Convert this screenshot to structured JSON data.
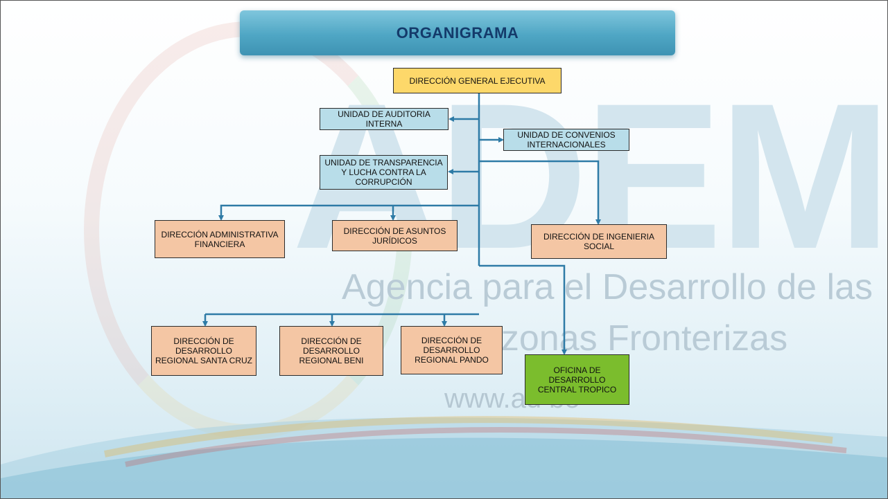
{
  "title": "ORGANIGRAMA",
  "watermark": {
    "big": "ADEMAF",
    "line1": "Agencia para el Desarrollo de las",
    "line2": "es y zonas Fronterizas",
    "url": "www.ad                bo"
  },
  "nodes": {
    "general": "DIRECCIÓN GENERAL EJECUTIVA",
    "auditoria": "UNIDAD DE AUDITORIA INTERNA",
    "convenios": "UNIDAD DE CONVENIOS INTERNACIONALES",
    "transparencia": "UNIDAD DE TRANSPARENCIA Y LUCHA CONTRA LA CORRUPCIÓN",
    "administrativa": "DIRECCIÓN ADMINISTRATIVA FINANCIERA",
    "juridicos": "DIRECCIÓN DE ASUNTOS JURÍDICOS",
    "ingenieria": "DIRECCIÓN DE INGENIERIA SOCIAL",
    "santa_cruz": "DIRECCIÓN DE DESARROLLO REGIONAL SANTA CRUZ",
    "beni": "DIRECCIÓN DE DESARROLLO REGIONAL BENI",
    "pando": "DIRECCIÓN DE DESARROLLO REGIONAL PANDO",
    "tropico": "OFICINA DE DESARROLLO CENTRAL TROPICO"
  },
  "colors": {
    "general": "#fdd86a",
    "unidad": "#b8dde9",
    "direccion": "#f4c6a4",
    "oficina": "#7bbd2d",
    "connector": "#2e7ba6",
    "title_text": "#143a6a"
  }
}
